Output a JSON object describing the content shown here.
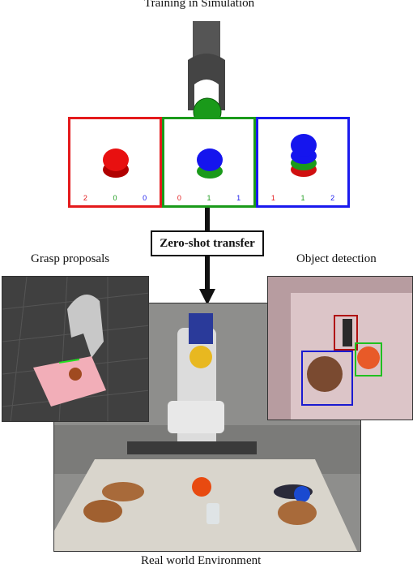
{
  "title": "Training in Simulation",
  "transfer_label": "Zero-shot transfer",
  "grasp_label": "Grasp proposals",
  "detection_label": "Object detection",
  "bottom_label": "Real world Environment",
  "colors": {
    "red": "#e41a1c",
    "green": "#1a9a1a",
    "blue": "#1a1aee"
  },
  "sim_panels": [
    {
      "border": "red",
      "counts": [
        "2",
        "0",
        "0"
      ]
    },
    {
      "border": "green",
      "counts": [
        "0",
        "1",
        "1"
      ]
    },
    {
      "border": "blue",
      "counts": [
        "1",
        "1",
        "2"
      ]
    }
  ]
}
